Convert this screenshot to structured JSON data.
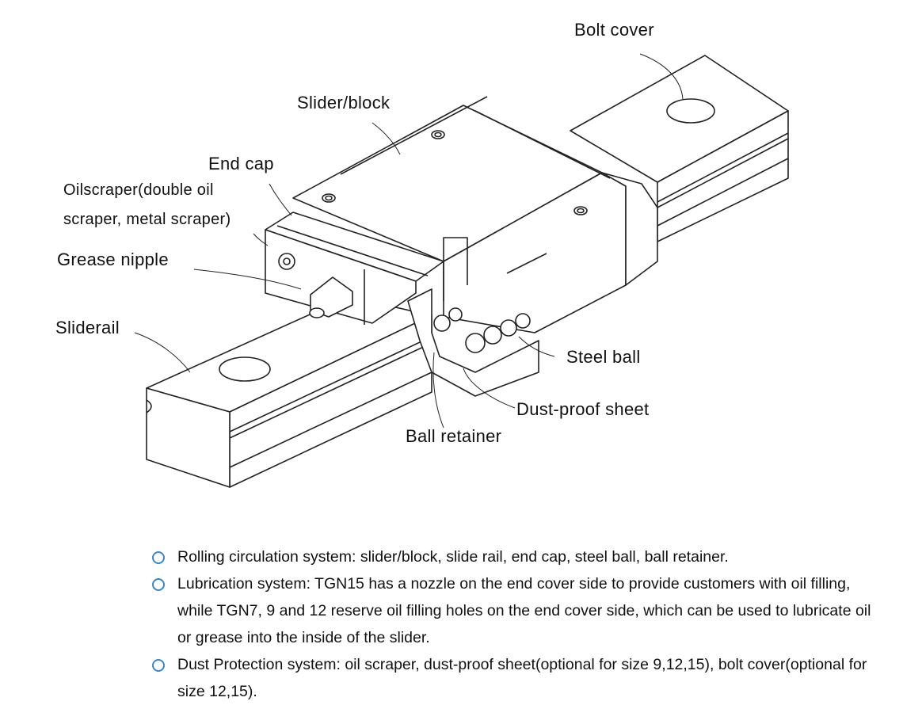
{
  "labels": {
    "bolt_cover": "Bolt cover",
    "slider_block": "Slider/block",
    "end_cap": "End cap",
    "oil_scraper_1": "Oilscraper(double oil",
    "oil_scraper_2": "scraper, metal scraper)",
    "grease_nipple": "Grease nipple",
    "sliderail": "Sliderail",
    "steel_ball": "Steel ball",
    "dust_proof_sheet": "Dust-proof sheet",
    "ball_retainer": "Ball retainer"
  },
  "bullets": [
    {
      "text": "Rolling circulation system: slider/block, slide rail, end cap, steel ball, ball retainer."
    },
    {
      "text": "Lubrication system: TGN15 has a nozzle on the end cover side to provide customers with oil filling, while TGN7, 9 and 12 reserve oil filling holes on the end cover side, which can be used to lubricate oil or grease into the inside of the slider."
    },
    {
      "text": "Dust Protection system: oil scraper, dust-proof sheet(optional for size 9,12,15), bolt cover(optional for size 12,15)."
    }
  ],
  "colors": {
    "line": "#222222",
    "bullet_ring": "#3a86c8"
  }
}
